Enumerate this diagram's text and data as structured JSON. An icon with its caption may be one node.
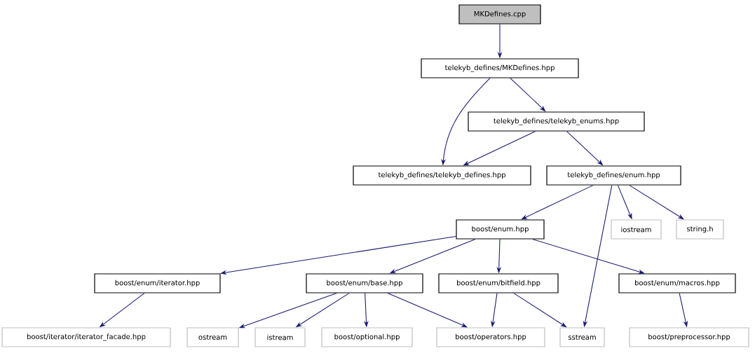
{
  "diagram": {
    "nodes": [
      {
        "text": [
          "MKDefines.cpp"
        ]
      },
      {
        "text": [
          "telekyb_defines/MKDefines.hpp"
        ]
      },
      {
        "text": [
          "telekyb_defines/telekyb_enums.hpp"
        ]
      },
      {
        "text": [
          "telekyb_defines/telekyb_defines.hpp"
        ]
      },
      {
        "text": [
          "telekyb_defines/enum.hpp"
        ]
      },
      {
        "text": [
          "boost/enum.hpp"
        ]
      },
      {
        "text": [
          "iostream"
        ]
      },
      {
        "text": [
          "string.h"
        ]
      },
      {
        "text": [
          "boost/enum/iterator.hpp"
        ]
      },
      {
        "text": [
          "boost/enum/base.hpp"
        ]
      },
      {
        "text": [
          "boost/enum/bitfield.hpp"
        ]
      },
      {
        "text": [
          "boost/enum/macros.hpp"
        ]
      },
      {
        "text": [
          "boost/iterator/iterator_facade.hpp"
        ]
      },
      {
        "text": [
          "ostream"
        ]
      },
      {
        "text": [
          "istream"
        ]
      },
      {
        "text": [
          "boost/optional.hpp"
        ]
      },
      {
        "text": [
          "boost/operators.hpp"
        ]
      },
      {
        "text": [
          "sstream"
        ]
      },
      {
        "text": [
          "boost/preprocessor.hpp"
        ]
      }
    ],
    "edges": [
      {
        "from": 0,
        "to": 1,
        "arrow": "to"
      },
      {
        "from": 1,
        "to": 3,
        "arrow": "to"
      },
      {
        "from": 1,
        "to": 2,
        "arrow": "to"
      },
      {
        "from": 2,
        "to": 3,
        "arrow": "to"
      },
      {
        "from": 2,
        "to": 4,
        "arrow": "to"
      },
      {
        "from": 4,
        "to": 5,
        "arrow": "to"
      },
      {
        "from": 4,
        "to": 6,
        "arrow": "to"
      },
      {
        "from": 4,
        "to": 7,
        "arrow": "to"
      },
      {
        "from": 4,
        "to": 17,
        "arrow": "to"
      },
      {
        "from": 5,
        "to": 8,
        "arrow": "to"
      },
      {
        "from": 5,
        "to": 9,
        "arrow": "to"
      },
      {
        "from": 5,
        "to": 10,
        "arrow": "to"
      },
      {
        "from": 5,
        "to": 11,
        "arrow": "to"
      },
      {
        "from": 8,
        "to": 12,
        "arrow": "to"
      },
      {
        "from": 9,
        "to": 13,
        "arrow": "to"
      },
      {
        "from": 9,
        "to": 14,
        "arrow": "to"
      },
      {
        "from": 9,
        "to": 15,
        "arrow": "to"
      },
      {
        "from": 9,
        "to": 16,
        "arrow": "to"
      },
      {
        "from": 10,
        "to": 16,
        "arrow": "to"
      },
      {
        "from": 10,
        "to": 17,
        "arrow": "to"
      },
      {
        "from": 11,
        "to": 18,
        "arrow": "to"
      }
    ]
  }
}
